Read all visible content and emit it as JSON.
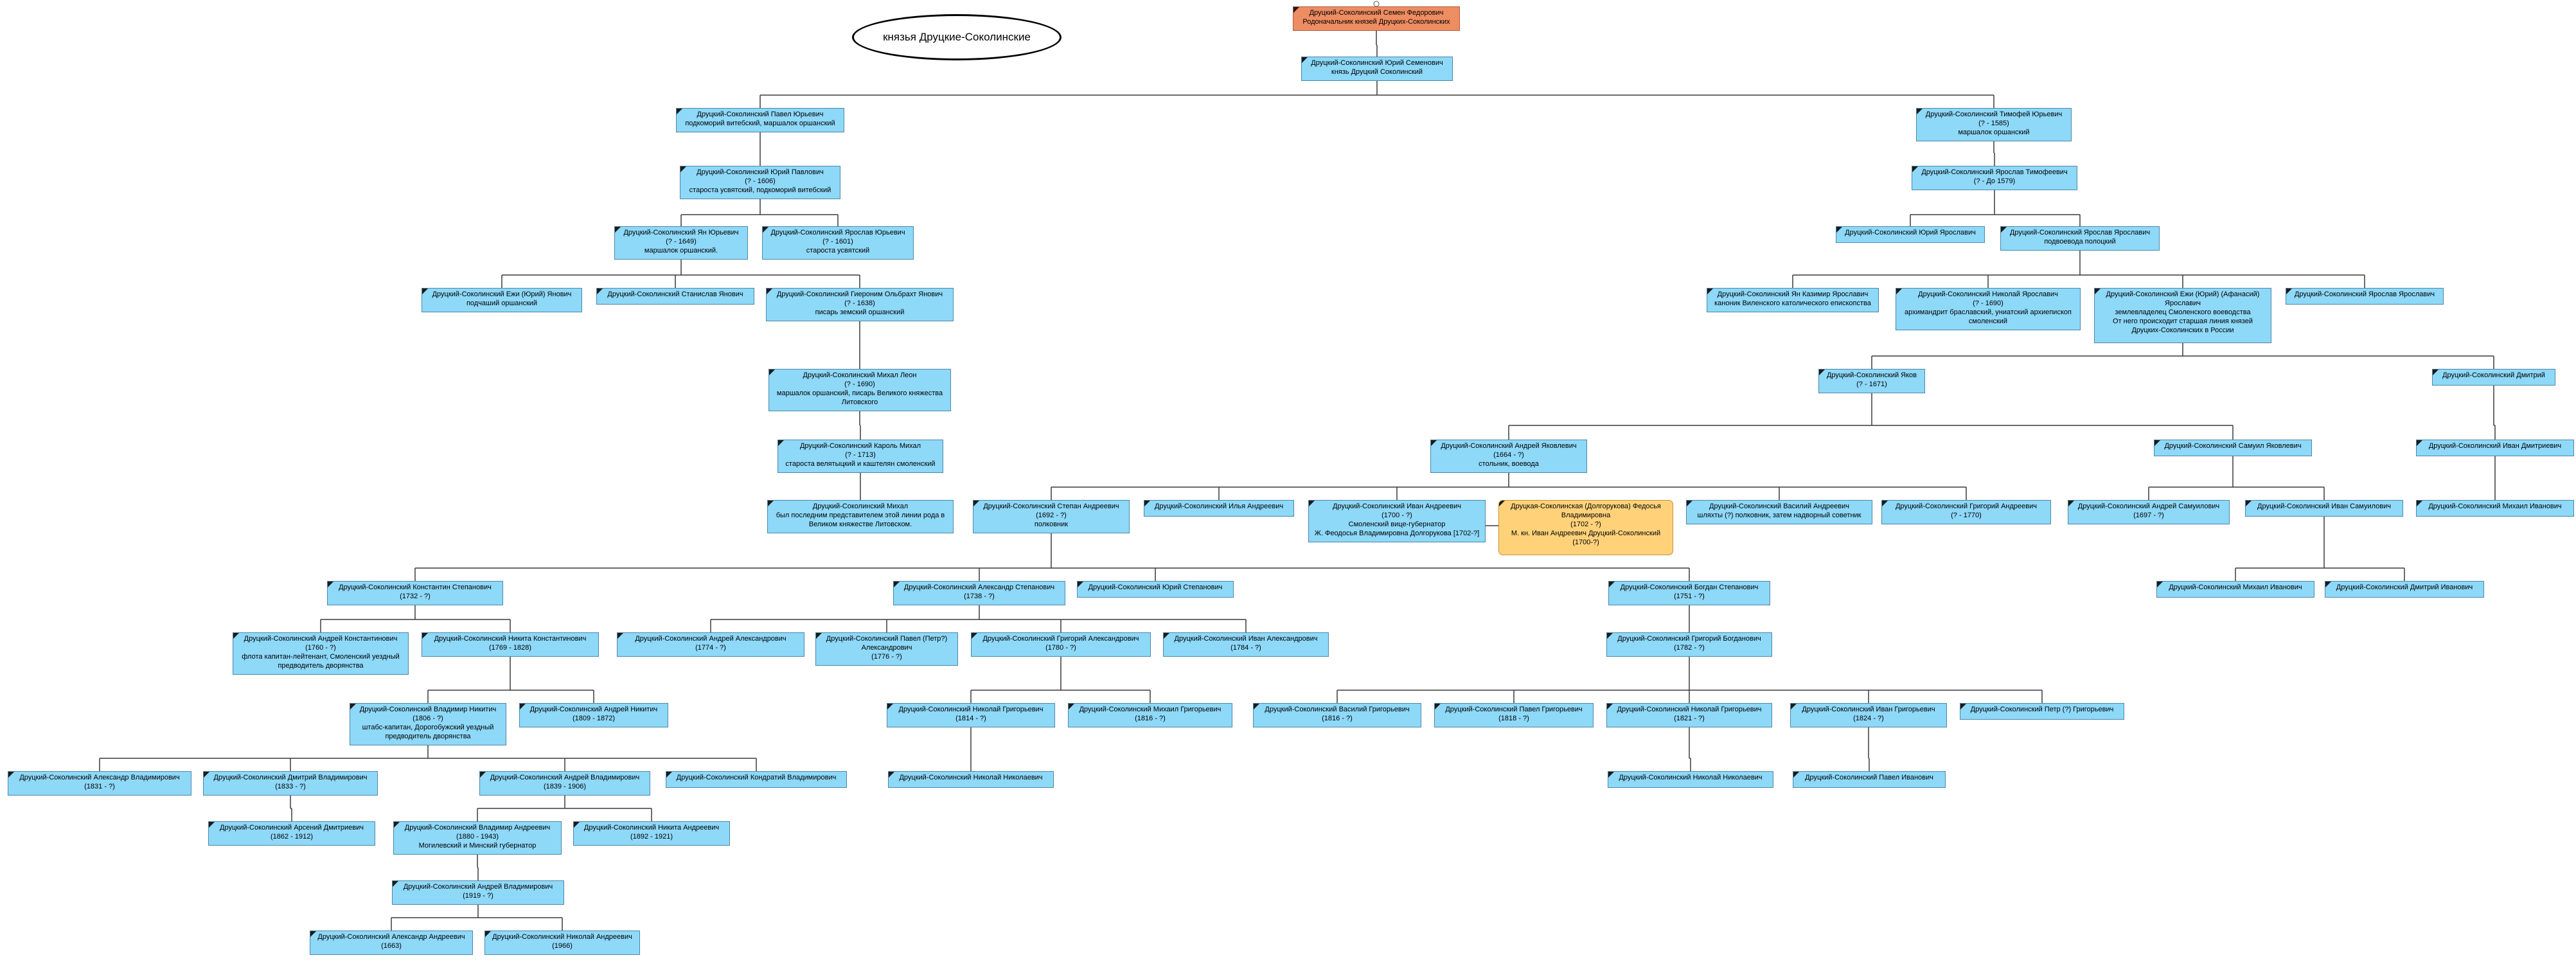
{
  "title": "князья Друцкие-Соколинские",
  "colors": {
    "node": "#8ed8f8",
    "root": "#ee8c62",
    "wife": "#ffd27a",
    "line": "#3a3a3a"
  },
  "nodes": [
    {
      "id": "semen",
      "kind": "root",
      "lines": [
        "Друцкий-Соколинский Семен Федорович",
        "Родоначальник князей Друцких-Соколинских"
      ]
    },
    {
      "id": "yuri_s",
      "lines": [
        "Друцкий-Соколинский Юрий Семенович",
        "князь Друцкий Соколинский"
      ]
    },
    {
      "id": "pavel_yu",
      "lines": [
        "Друцкий-Соколинский Павел Юрьевич",
        "подкоморий витебский, маршалок оршанский"
      ]
    },
    {
      "id": "timofei_yu",
      "lines": [
        "Друцкий-Соколинский Тимофей Юрьевич",
        "(? - 1585)",
        "маршалок оршанский"
      ]
    },
    {
      "id": "yuri_p",
      "lines": [
        "Друцкий-Соколинский Юрий Павлович",
        "(? - 1606)",
        "староста усвятский, подкоморий витебский"
      ]
    },
    {
      "id": "yaroslav_t",
      "lines": [
        "Друцкий-Соколинский Ярослав Тимофеевич",
        "(? - До 1579)"
      ]
    },
    {
      "id": "yan_yu",
      "lines": [
        "Друцкий-Соколинский Ян Юрьевич",
        "(? - 1649)",
        "маршалок оршанский."
      ]
    },
    {
      "id": "yaroslav_yu",
      "lines": [
        "Друцкий-Соколинский Ярослав Юрьевич",
        "(? - 1601)",
        "староста усвятский"
      ]
    },
    {
      "id": "yuri_ya",
      "lines": [
        "Друцкий-Соколинский Юрий Ярославич"
      ]
    },
    {
      "id": "yaroslav_ya",
      "lines": [
        "Друцкий-Соколинский Ярослав Ярославич",
        "подвоевода полоцкий"
      ]
    },
    {
      "id": "ezhi_ya",
      "lines": [
        "Друцкий-Соколинский Ежи (Юрий) Янович",
        "подчаший оршанский"
      ]
    },
    {
      "id": "stanislav_ya",
      "lines": [
        "Друцкий-Соколинский Станислав Янович"
      ]
    },
    {
      "id": "gieronim",
      "lines": [
        "Друцкий-Соколинский Гиероним Ольбрахт Янович",
        "(? - 1638)",
        "писарь земский оршанский"
      ]
    },
    {
      "id": "yan_kazimir",
      "lines": [
        "Друцкий-Соколинский Ян Казимир Ярославич",
        "каноник Виленского католического епископства"
      ]
    },
    {
      "id": "nikolai_ya",
      "lines": [
        "Друцкий-Соколинский Николай Ярославич",
        "(? - 1690)",
        "архимандрит браславский, униатский архиепископ",
        "смоленский"
      ]
    },
    {
      "id": "ezhi_afanasi",
      "lines": [
        "Друцкий-Соколинский Ежи (Юрий) (Афанасий)",
        "Ярославич",
        "землевладелец Смоленского воеводства",
        "От него происходит старшая линия князей",
        "Друцких-Соколинских в России"
      ]
    },
    {
      "id": "yaroslav_ya2",
      "lines": [
        "Друцкий-Соколинский Ярослав Ярославич"
      ]
    },
    {
      "id": "mikhail_leon",
      "lines": [
        "Друцкий-Соколинский Михал Леон",
        "(? - 1690)",
        "маршалок оршанский, писарь Великого княжества",
        "Литовского"
      ]
    },
    {
      "id": "yakov",
      "lines": [
        "Друцкий-Соколинский Яков",
        "(? - 1671)"
      ]
    },
    {
      "id": "dmitri_top",
      "lines": [
        "Друцкий-Соколинский Дмитрий"
      ]
    },
    {
      "id": "karol",
      "lines": [
        "Друцкий-Соколинский Кароль Михал",
        "(? - 1713)",
        "староста велятыцкий и каштелян смоленский"
      ]
    },
    {
      "id": "andrei_ya",
      "lines": [
        "Друцкий-Соколинский Андрей Яковлевич",
        "(1664 - ?)",
        "стольник, воевода"
      ]
    },
    {
      "id": "samuil",
      "lines": [
        "Друцкий-Соколинский Самуил Яковлевич"
      ]
    },
    {
      "id": "ivan_d",
      "lines": [
        "Друцкий-Соколинский Иван Дмитриевич"
      ]
    },
    {
      "id": "mikhal_last",
      "lines": [
        "Друцкий-Соколинский Михал",
        "был последним представителем этой линии рода в",
        "Великом княжестве Литовском."
      ]
    },
    {
      "id": "stepan",
      "lines": [
        "Друцкий-Соколинский Степан Андреевич",
        "(1692 - ?)",
        "полковник"
      ]
    },
    {
      "id": "ilya",
      "lines": [
        "Друцкий-Соколинский Илья Андреевич"
      ]
    },
    {
      "id": "ivan_a",
      "lines": [
        "Друцкий-Соколинский Иван Андреевич",
        "(1700 - ?)",
        "Смоленский вице-губернатор",
        "Ж. Феодосья Владимировна Долгорукова [1702-?]"
      ]
    },
    {
      "id": "fedosya",
      "kind": "wife",
      "lines": [
        "Друцкая-Соколинская (Долгорукова) Федосья",
        "Владимировна",
        "(1702 - ?)",
        "М. кн. Иван Андреевич Друцкий-Соколинский",
        "(1700-?)"
      ]
    },
    {
      "id": "vasili_a",
      "lines": [
        "Друцкий-Соколинский Василий Андреевич",
        "шляхты (?) полковник, затем надворный советник"
      ]
    },
    {
      "id": "grigori_a",
      "lines": [
        "Друцкий-Соколинский Григорий Андреевич",
        "(? - 1770)"
      ]
    },
    {
      "id": "andrei_s",
      "lines": [
        "Друцкий-Соколинский Андрей Самуилович",
        "(1697 - ?)"
      ]
    },
    {
      "id": "ivan_s",
      "lines": [
        "Друцкий-Соколинский Иван Самуилович"
      ]
    },
    {
      "id": "mikhail_ivd",
      "lines": [
        "Друцкий-Соколинский Михаил Иванович"
      ]
    },
    {
      "id": "konstantin",
      "lines": [
        "Друцкий-Соколинский Константин Степанович",
        "(1732 - ?)"
      ]
    },
    {
      "id": "aleksandr_st",
      "lines": [
        "Друцкий-Соколинский Александр Степанович",
        "(1738 - ?)"
      ]
    },
    {
      "id": "yuri_st",
      "lines": [
        "Друцкий-Соколинский Юрий Степанович"
      ]
    },
    {
      "id": "bogdan",
      "lines": [
        "Друцкий-Соколинский Богдан Степанович",
        "(1751 - ?)"
      ]
    },
    {
      "id": "mikhail_iv",
      "lines": [
        "Друцкий-Соколинский Михаил Иванович"
      ]
    },
    {
      "id": "dmitri_iv",
      "lines": [
        "Друцкий-Соколинский Дмитрий Иванович"
      ]
    },
    {
      "id": "andrei_k",
      "lines": [
        "Друцкий-Соколинский Андрей Константинович",
        "(1760 - ?)",
        "флота капитан-лейтенант, Смоленский уездный",
        "предводитель дворянства"
      ]
    },
    {
      "id": "nikita_k",
      "lines": [
        "Друцкий-Соколинский Никита Константинович",
        "(1769 - 1828)"
      ]
    },
    {
      "id": "andrei_al",
      "lines": [
        "Друцкий-Соколинский Андрей Александрович",
        "(1774 - ?)"
      ]
    },
    {
      "id": "pavel_al",
      "lines": [
        "Друцкий-Соколинский Павел (Петр?)",
        "Александрович",
        "(1776 - ?)"
      ]
    },
    {
      "id": "grigori_al",
      "lines": [
        "Друцкий-Соколинский Григорий Александрович",
        "(1780 - ?)"
      ]
    },
    {
      "id": "ivan_al",
      "lines": [
        "Друцкий-Соколинский Иван Александрович",
        "(1784 - ?)"
      ]
    },
    {
      "id": "grigori_b",
      "lines": [
        "Друцкий-Соколинский Григорий Богданович",
        "(1782 - ?)"
      ]
    },
    {
      "id": "vladimir_n",
      "lines": [
        "Друцкий-Соколинский Владимир Никитич",
        "(1806 - ?)",
        "штабс-капитан, Дорогобужский уездный",
        "предводитель дворянства"
      ]
    },
    {
      "id": "andrei_n",
      "lines": [
        "Друцкий-Соколинский Андрей Никитич",
        "(1809 - 1872)"
      ]
    },
    {
      "id": "nikolai_gr1",
      "lines": [
        "Друцкий-Соколинский Николай Григорьевич",
        "(1814 - ?)"
      ]
    },
    {
      "id": "mikhail_gr",
      "lines": [
        "Друцкий-Соколинский Михаил Григорьевич",
        "(1816 - ?)"
      ]
    },
    {
      "id": "vasili_gr",
      "lines": [
        "Друцкий-Соколинский Василий Григорьевич",
        "(1816 - ?)"
      ]
    },
    {
      "id": "pavel_gr",
      "lines": [
        "Друцкий-Соколинский Павел Григорьевич",
        "(1818 - ?)"
      ]
    },
    {
      "id": "nikolai_gr2",
      "lines": [
        "Друцкий-Соколинский Николай Григорьевич",
        "(1821 - ?)"
      ]
    },
    {
      "id": "ivan_gr",
      "lines": [
        "Друцкий-Соколинский Иван Григорьевич",
        "(1824 - ?)"
      ]
    },
    {
      "id": "petr_gr",
      "lines": [
        "Друцкий-Соколинский Петр (?) Григорьевич"
      ]
    },
    {
      "id": "aleksandr_v",
      "lines": [
        "Друцкий-Соколинский Александр Владимирович",
        "(1831 - ?)"
      ]
    },
    {
      "id": "dmitri_v",
      "lines": [
        "Друцкий-Соколинский Дмитрий Владимирович",
        "(1833 - ?)"
      ]
    },
    {
      "id": "andrei_v",
      "lines": [
        "Друцкий-Соколинский Андрей Владимирович",
        "(1839 - 1906)"
      ]
    },
    {
      "id": "kondrati_v",
      "lines": [
        "Друцкий-Соколинский Кондратий Владимирович"
      ]
    },
    {
      "id": "nikolai_n1",
      "lines": [
        "Друцкий-Соколинский Николай Николаевич"
      ]
    },
    {
      "id": "nikolai_n2",
      "lines": [
        "Друцкий-Соколинский Николай Николаевич"
      ]
    },
    {
      "id": "pavel_iv",
      "lines": [
        "Друцкий-Соколинский Павел Иванович"
      ]
    },
    {
      "id": "arseni_d",
      "lines": [
        "Друцкий-Соколинский Арсений Дмитриевич",
        "(1862 - 1912)"
      ]
    },
    {
      "id": "vladimir_a",
      "lines": [
        "Друцкий-Соколинский Владимир Андреевич",
        "(1880 - 1943)",
        "Могилевский и Минский губернатор"
      ]
    },
    {
      "id": "nikita_a",
      "lines": [
        "Друцкий-Соколинский Никита Андреевич",
        "(1892 - 1921)"
      ]
    },
    {
      "id": "andrei_vl",
      "lines": [
        "Друцкий-Соколинский Андрей Владимирович",
        "(1919 - ?)"
      ]
    },
    {
      "id": "aleksandr_an",
      "lines": [
        "Друцкий-Соколинский Александр Андреевич",
        "(1663)"
      ]
    },
    {
      "id": "nikolai_an",
      "lines": [
        "Друцкий-Соколинский Николай Андреевич",
        "(1966)"
      ]
    }
  ]
}
